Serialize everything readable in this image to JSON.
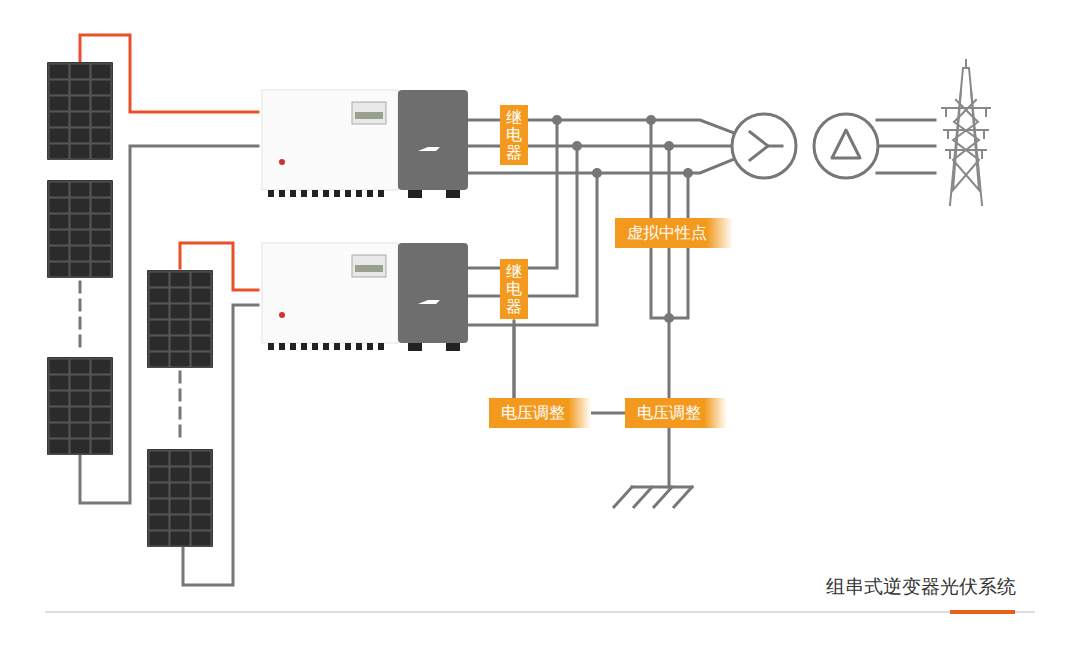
{
  "diagram": {
    "caption": "组串式逆变器光伏系统",
    "nodes": [
      {
        "text": [
          "继电器"
        ]
      },
      {
        "text": [
          "继电器"
        ]
      },
      {
        "text": [
          "虚拟中性点"
        ]
      },
      {
        "text": [
          "电压调整"
        ]
      },
      {
        "text": [
          "电压调整"
        ]
      }
    ],
    "edges": [
      {
        "from": 1,
        "to": 3,
        "arrow": "none"
      },
      {
        "from": 3,
        "to": 4,
        "arrow": "none"
      }
    ]
  }
}
